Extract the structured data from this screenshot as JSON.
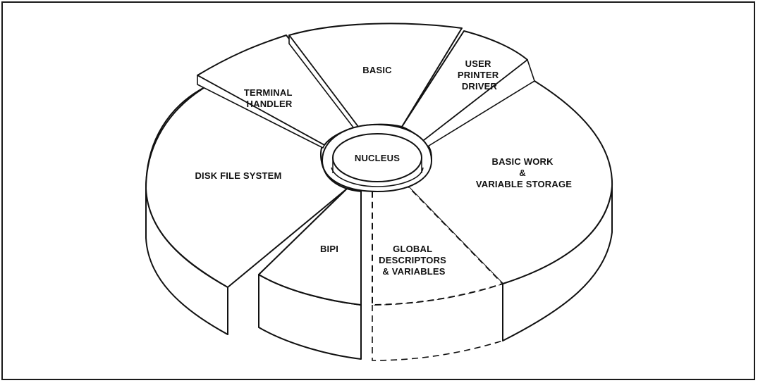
{
  "diagram": {
    "segments": [
      {
        "id": "terminal_handler",
        "lines": [
          "TERMINAL",
          "HANDLER"
        ]
      },
      {
        "id": "basic",
        "lines": [
          "BASIC"
        ]
      },
      {
        "id": "user_printer_driver",
        "lines": [
          "USER",
          "PRINTER",
          "DRIVER"
        ]
      },
      {
        "id": "disk_file_system",
        "lines": [
          "DISK FILE SYSTEM"
        ]
      },
      {
        "id": "basic_work",
        "lines": [
          "BASIC WORK",
          "&",
          "VARIABLE STORAGE"
        ]
      },
      {
        "id": "bipi",
        "lines": [
          "BIPI"
        ]
      },
      {
        "id": "global",
        "lines": [
          "GLOBAL",
          "DESCRIPTORS",
          "& VARIABLES"
        ]
      }
    ],
    "center": {
      "label": "NUCLEUS"
    }
  }
}
